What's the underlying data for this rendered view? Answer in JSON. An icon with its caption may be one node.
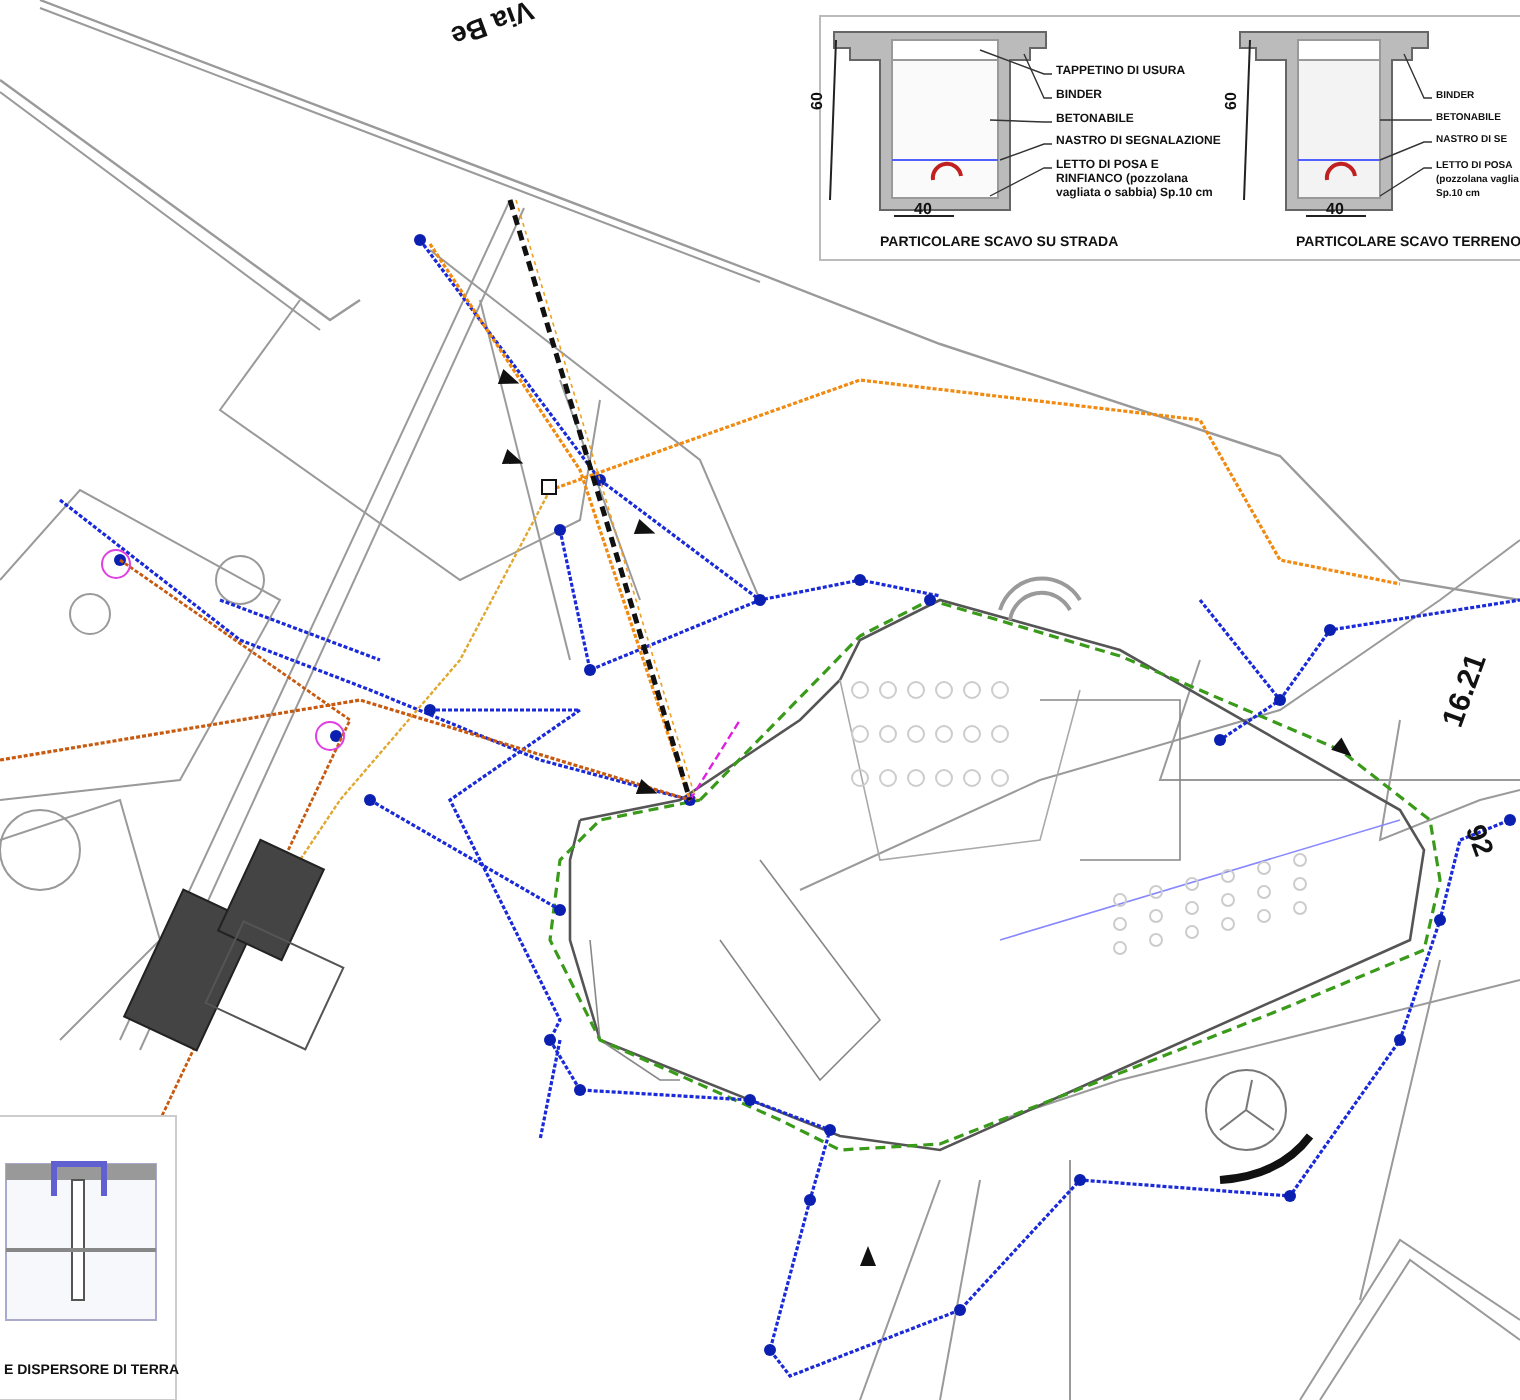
{
  "diagram": {
    "nodes": [
      {
        "text": [
          "TAPPETINO DI USURA"
        ]
      },
      {
        "text": [
          "BINDER"
        ]
      },
      {
        "text": [
          "BETONABILE"
        ]
      },
      {
        "text": [
          "NASTRO DI SEGNALAZIONE"
        ]
      },
      {
        "text": [
          "LETTO DI POSA E RINFIANCO (pozzolana vagliata o sabbia) Sp.10 cm"
        ]
      },
      {
        "text": [
          "BINDER"
        ]
      },
      {
        "text": [
          "BETONABILE"
        ]
      },
      {
        "text": [
          "NASTRO DI SE"
        ]
      },
      {
        "text": [
          "LETTO DI POSA (pozzolana vaglia Sp.10 cm"
        ]
      }
    ],
    "edges": [
      {
        "from": 0,
        "to": null,
        "arrow": "none"
      },
      {
        "from": 1,
        "to": null,
        "arrow": "none"
      },
      {
        "from": 2,
        "to": null,
        "arrow": "none"
      },
      {
        "from": 3,
        "to": null,
        "arrow": "none"
      },
      {
        "from": 4,
        "to": null,
        "arrow": "none"
      },
      {
        "from": 5,
        "to": null,
        "arrow": "none"
      },
      {
        "from": 6,
        "to": null,
        "arrow": "none"
      },
      {
        "from": 7,
        "to": null,
        "arrow": "none"
      },
      {
        "from": 8,
        "to": null,
        "arrow": "none"
      }
    ],
    "labels": [
      "Via Be",
      "60",
      "40",
      "PARTICOLARE SCAVO SU STRADA",
      "60",
      "40",
      "PARTICOLARE SCAVO TERRENO",
      "16.21",
      "92",
      "E DISPERSORE DI TERRA"
    ]
  }
}
